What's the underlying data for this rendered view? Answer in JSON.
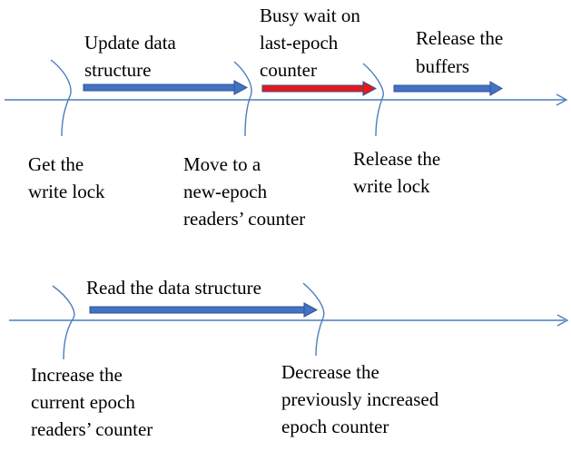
{
  "colors": {
    "timeline": "#4a7ebb",
    "step_arrow": "#4472c4",
    "busy_arrow": "#e81818",
    "tick": "#4a7ebb",
    "text": "#000000"
  },
  "writer": {
    "steps": [
      {
        "lines": [
          "Update data",
          "structure"
        ],
        "arrow": "normal"
      },
      {
        "lines": [
          "Busy wait on",
          "last-epoch",
          "counter"
        ],
        "arrow": "busy"
      },
      {
        "lines": [
          "Release the",
          "buffers"
        ],
        "arrow": "normal"
      }
    ],
    "events": [
      {
        "lines": [
          "Get the",
          "write lock"
        ]
      },
      {
        "lines": [
          "Move to a",
          "new-epoch",
          "readers’ counter"
        ]
      },
      {
        "lines": [
          "Release the",
          "write lock"
        ]
      }
    ]
  },
  "reader": {
    "steps": [
      {
        "lines": [
          "Read the data structure"
        ],
        "arrow": "normal"
      }
    ],
    "events": [
      {
        "lines": [
          "Increase the",
          "current epoch",
          "readers’ counter"
        ]
      },
      {
        "lines": [
          "Decrease the",
          "previously increased",
          "epoch counter"
        ]
      }
    ]
  }
}
